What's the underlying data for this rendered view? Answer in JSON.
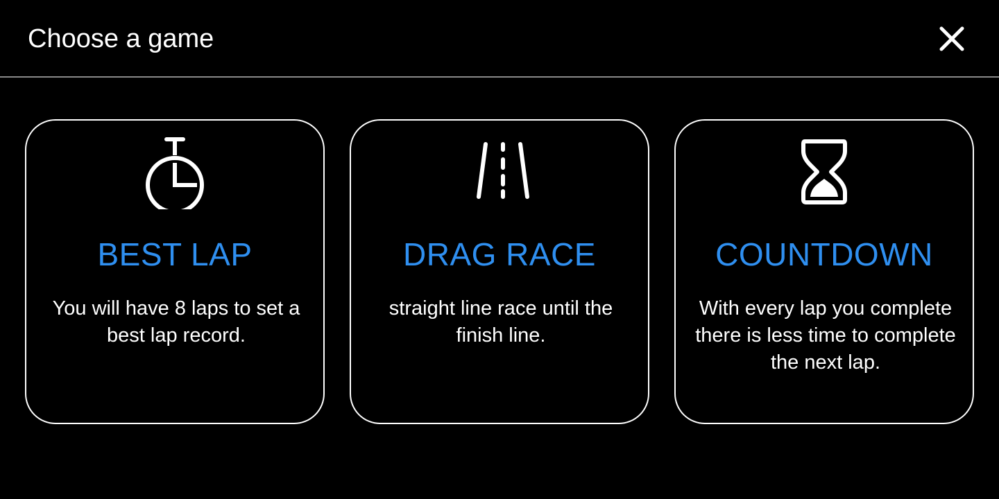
{
  "header": {
    "title": "Choose a game",
    "close_icon": "close-icon"
  },
  "games": [
    {
      "icon": "stopwatch-icon",
      "title": "BEST LAP",
      "description": "You will have 8 laps to set a best lap record."
    },
    {
      "icon": "road-icon",
      "title": "DRAG RACE",
      "description": "straight line race until the finish line."
    },
    {
      "icon": "hourglass-icon",
      "title": "COUNTDOWN",
      "description": "With every lap you complete there is less time to complete the next lap."
    }
  ],
  "colors": {
    "background": "#000000",
    "accent": "#2f8ff0",
    "text": "#ffffff",
    "divider": "#8a8a8a"
  }
}
